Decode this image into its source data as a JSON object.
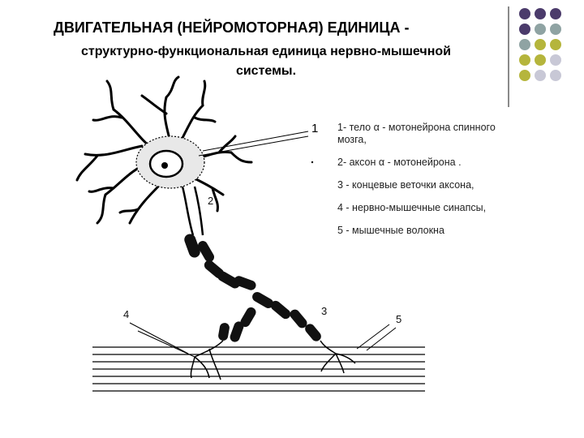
{
  "header": {
    "title": "ДВИГАТЕЛЬНАЯ (НЕЙРОМОТОРНАЯ) ЕДИНИЦА -",
    "subtitle_line1": "структурно-функциональная единица нервно-мышечной",
    "subtitle_line2": "системы."
  },
  "decor": {
    "dot_colors": [
      "#4b3b6b",
      "#8fa3a3",
      "#b5b53c",
      "#c8c8d6"
    ]
  },
  "legend": {
    "marker": "1",
    "items": [
      "1- тело α - мотонейрона спинного мозга,",
      "2- аксон α - мотонейрона .",
      "3 - концевые веточки аксона,",
      "4 - нервно-мышечные синапсы,",
      "5 - мышечные волокна"
    ]
  },
  "diagram": {
    "labels": {
      "axon": "2",
      "terminal": "3",
      "synapse": "4",
      "fiber": "5"
    },
    "icon": "motor-neuron-drawing"
  }
}
